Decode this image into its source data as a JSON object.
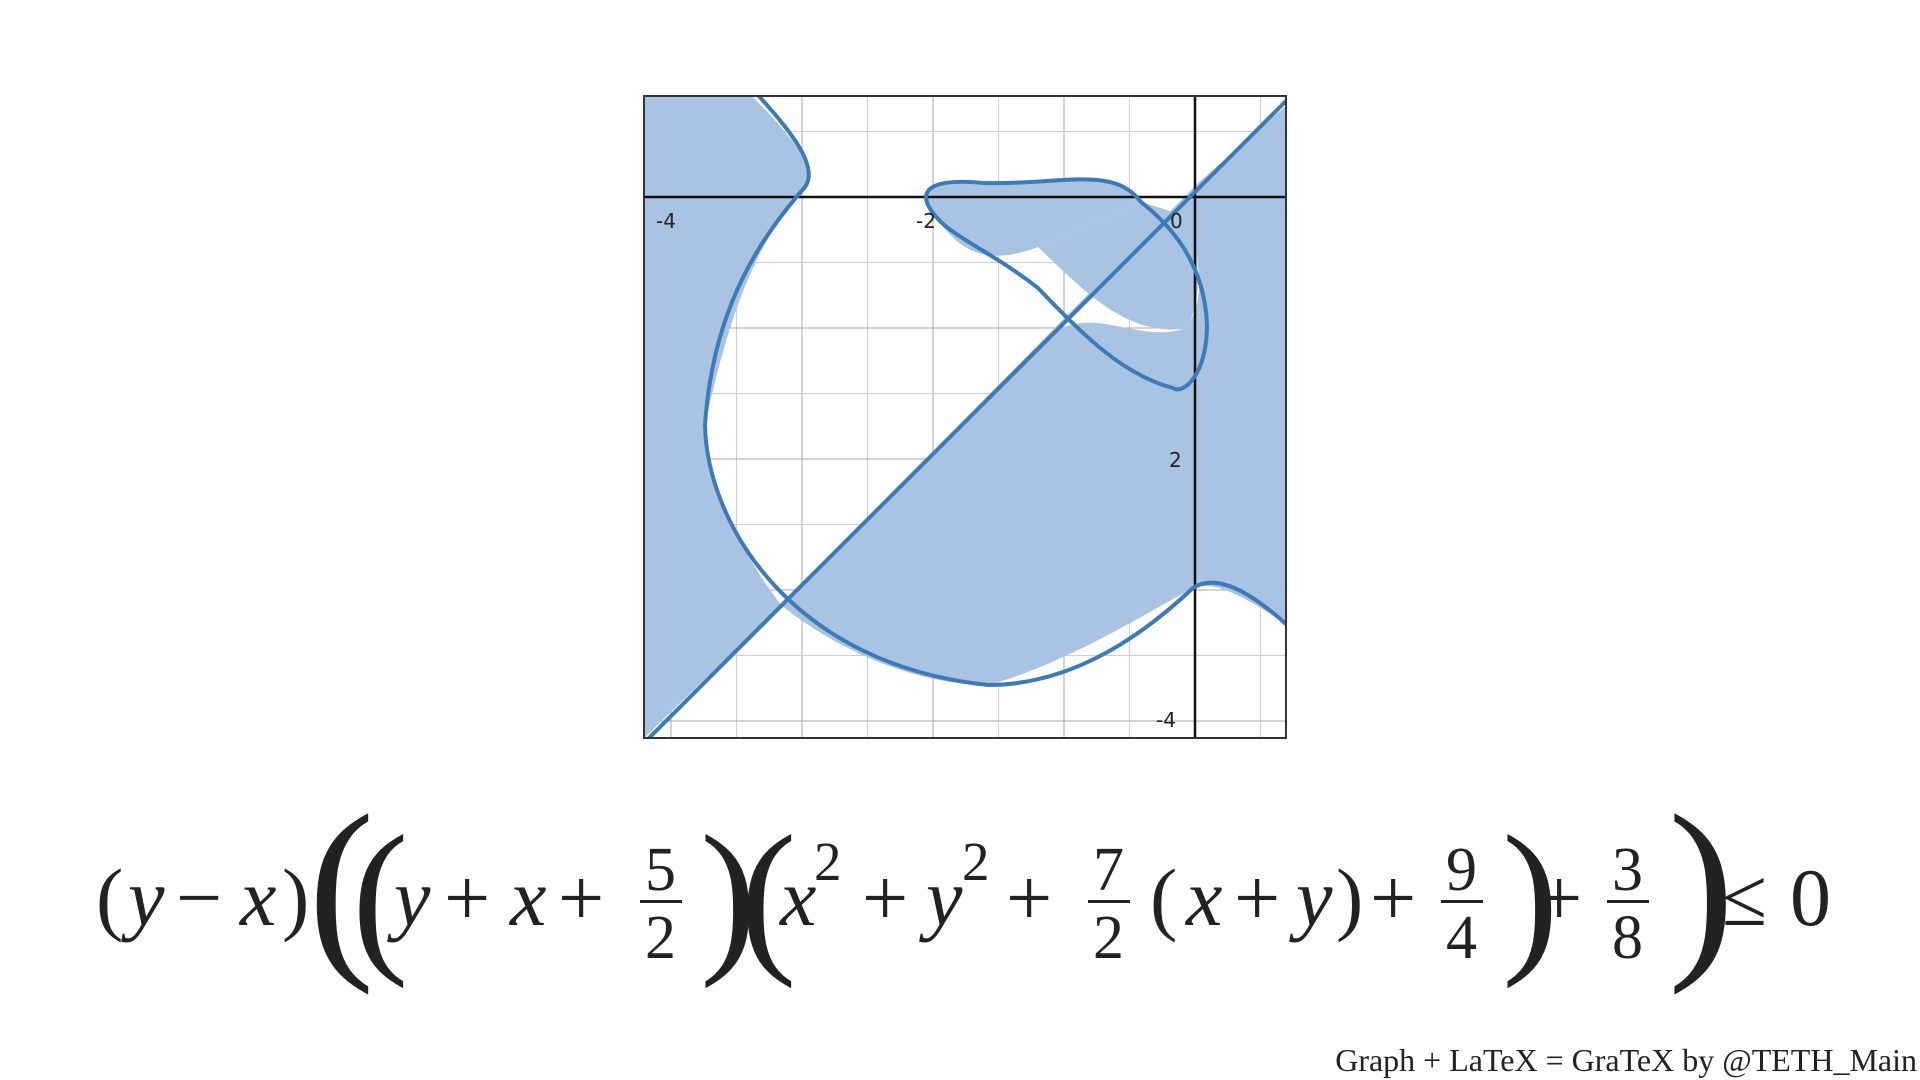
{
  "graph": {
    "x_ticks": [
      "-4",
      "-2",
      "0"
    ],
    "y_ticks": [
      "2",
      "-4"
    ],
    "colors": {
      "curve": "#3d7ab8",
      "fill": "#a9c4e2",
      "axis": "#111111",
      "grid": "#cfcfcf"
    }
  },
  "equation": {
    "parts": {
      "open1": "(",
      "y1": "y",
      "minus1": "−",
      "x1": "x",
      "close1": ")",
      "y2": "y",
      "plus1": "+",
      "x2": "x",
      "plus2": "+",
      "f1_num": "5",
      "f1_den": "2",
      "x3": "x",
      "sq1": "2",
      "plus3": "+",
      "y3": "y",
      "sq2": "2",
      "plus4": "+",
      "f2_num": "7",
      "f2_den": "2",
      "open2": "(",
      "x4": "x",
      "plus5": "+",
      "y4": "y",
      "close2": ")",
      "plus6": "+",
      "f3_num": "9",
      "f3_den": "4",
      "plus7": "+",
      "f4_num": "3",
      "f4_den": "8",
      "leq": "≤",
      "zero": "0"
    }
  },
  "footer": {
    "credit": "Graph + LaTeX = GraTeX by @TETH_Main"
  }
}
